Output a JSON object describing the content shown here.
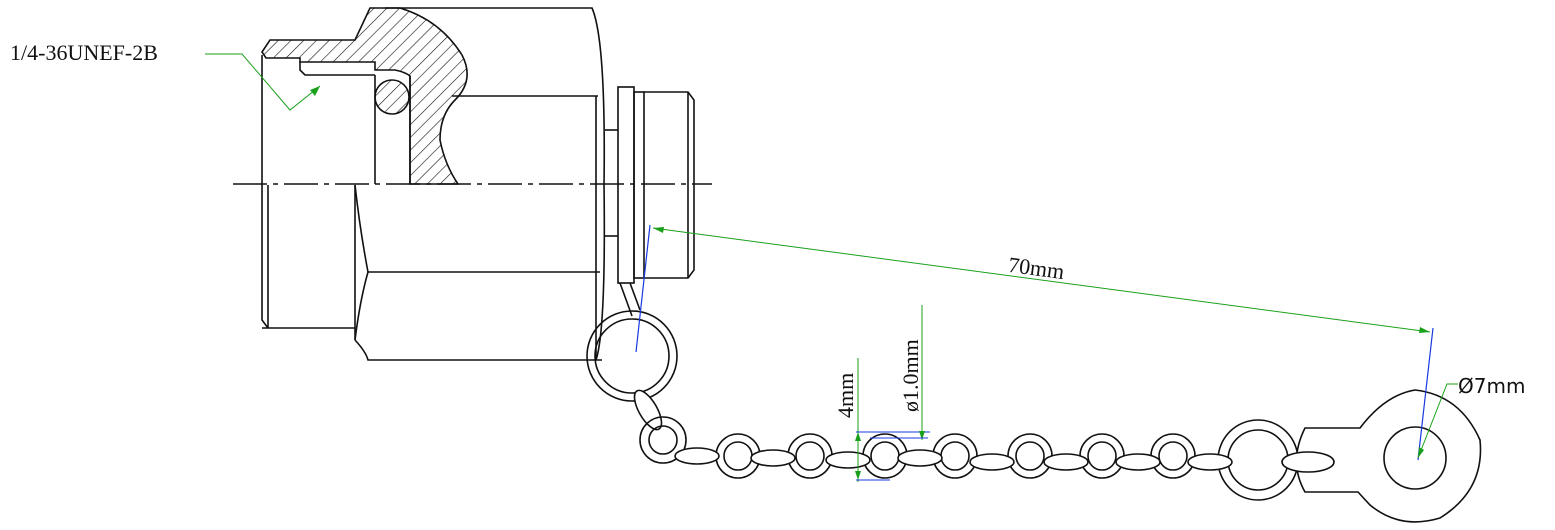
{
  "annotations": {
    "thread_spec": "1/4-36UNEF-2B",
    "chain_length": "70mm",
    "link_wire": "ø1.0mm",
    "link_size": "4mm",
    "ring_hole": "Ø7mm"
  },
  "colors": {
    "line": "#111111",
    "dimension": "#1aa01a",
    "leader": "#1a3adf"
  }
}
